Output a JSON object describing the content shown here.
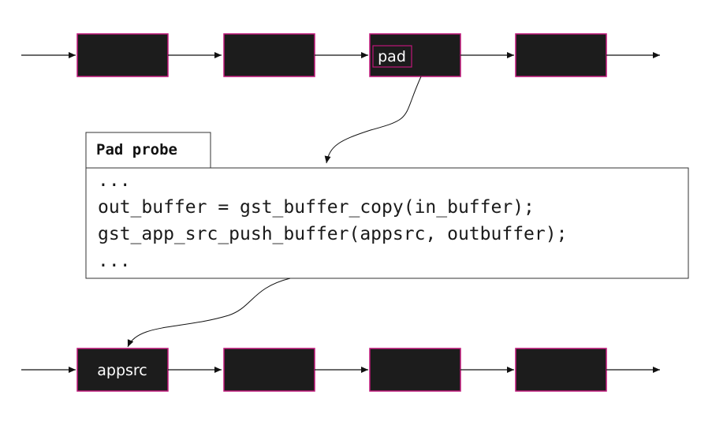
{
  "colors": {
    "element_fill": "#1c1c1c",
    "element_border": "#c0177a",
    "line": "#111111",
    "background": "#ffffff"
  },
  "top_pipeline": {
    "elements": [
      {
        "label": ""
      },
      {
        "label": ""
      },
      {
        "label": "pad"
      },
      {
        "label": ""
      }
    ]
  },
  "bottom_pipeline": {
    "elements": [
      {
        "label": "appsrc"
      },
      {
        "label": ""
      },
      {
        "label": ""
      },
      {
        "label": ""
      }
    ]
  },
  "probe": {
    "title": "Pad probe",
    "code_lines": [
      "...",
      "out_buffer = gst_buffer_copy(in_buffer);",
      "gst_app_src_push_buffer(appsrc, outbuffer);",
      "..."
    ]
  }
}
